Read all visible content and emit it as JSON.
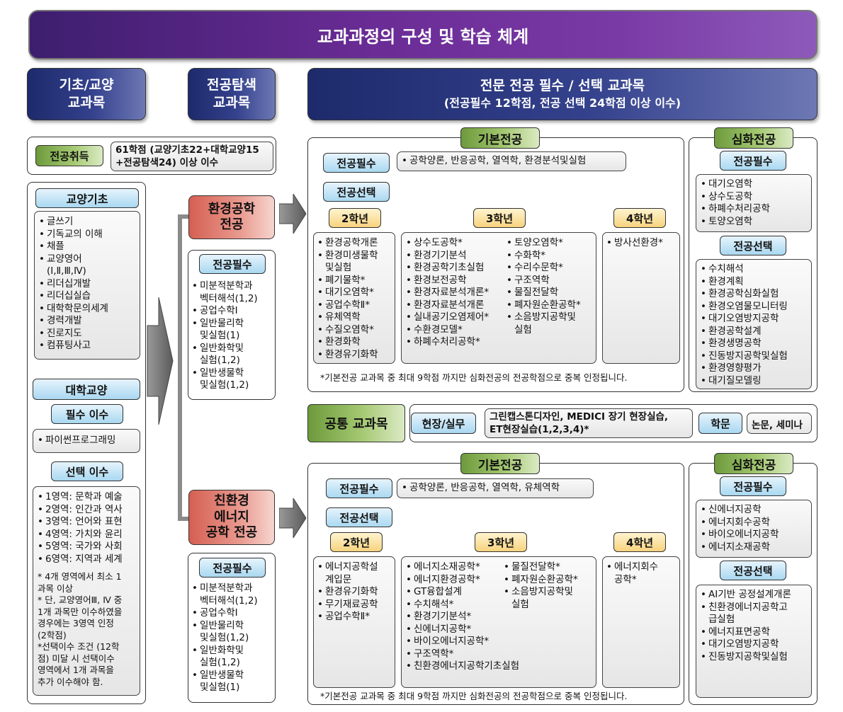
{
  "title": "교과과정의 구성 및 학습 체계",
  "headers": {
    "basic": [
      "기초/교양",
      "교과목"
    ],
    "explore": [
      "전공탐색",
      "교과목"
    ],
    "major": [
      "전문 전공 필수 / 선택 교과목",
      "(전공필수 12학점, 전공 선택 24학점 이상 이수)"
    ]
  },
  "acquisition": {
    "label": "전공취득",
    "text": [
      "61학점 (교양기초22+대학교양15",
      "+전공탐색24) 이상 이수"
    ]
  },
  "liberal": {
    "basic_label": "교양기초",
    "basic_items": [
      "글쓰기",
      "기독교의 이해",
      "채플",
      "교양영어",
      "(Ⅰ,Ⅱ,Ⅲ,Ⅳ)",
      "리더십개발",
      "리더십실습",
      "대학학문의세계",
      "경력개발",
      "진로지도",
      "컴퓨팅사고"
    ],
    "univ_label": "대학교양",
    "required_label": "필수 이수",
    "required_items": [
      "파이썬프로그래밍"
    ],
    "elective_label": "선택 이수",
    "elective_items": [
      "1영역: 문학과 예술",
      "2영역: 인간과 역사",
      "3영역: 언어와 표현",
      "4영역: 가치와 윤리",
      "5영역: 국가와 사회",
      "6영역: 지역과 세계"
    ],
    "notes": [
      "* 4개 영역에서 최소 1",
      "과목 이상",
      "* 단, 교양영어Ⅲ, Ⅳ 중",
      "1개 과목만 이수하였을",
      "경우에는 3영역 인정",
      "(2학점)",
      "*선택이수 조건 (12학",
      "점) 미달 시 선택이수",
      "영역에서 1개 과목을",
      "추가 이수해야 함."
    ]
  },
  "env": {
    "track_label": [
      "환경공학",
      "전공"
    ],
    "explore_label": "전공필수",
    "explore_items": [
      "미분적분학과",
      "벡터해석(1,2)",
      "공업수학Ⅰ",
      "일반물리학",
      "및실험(1)",
      "일반화학및",
      "실험(1,2)",
      "일반생물학",
      "및실험(1,2)"
    ],
    "basic_major": {
      "tag": "기본전공",
      "req_label": "전공필수",
      "req_text": "공학양론, 반응공학, 열역학, 환경분석및실험",
      "elec_label": "전공선택",
      "year2_label": "2학년",
      "year3_label": "3학년",
      "year4_label": "4학년",
      "year2": [
        "환경공학개론",
        "환경미생물학",
        "및실험",
        "폐기물학*",
        "대기오염학*",
        "공업수학Ⅱ*",
        "유체역학",
        "수질오염학*",
        "환경화학",
        "환경유기화학"
      ],
      "year3_a": [
        "상수도공학*",
        "환경기기분석",
        "환경공학기초실험",
        "환경보전공학",
        "환경자료분석개론*",
        "환경자료분석개론",
        "실내공기오염제어*",
        "수환경모델*",
        "하폐수처리공학*"
      ],
      "year3_b": [
        "토양오염학*",
        "수화학*",
        "수리수문학*",
        "구조역학",
        "물질전달학",
        "폐자원순환공학*",
        "소음방지공학및",
        "실험"
      ],
      "year4": [
        "방사선환경*"
      ],
      "footnote": "*기본전공 교과목 중 최대 9학점 까지만 심화전공의 전공학점으로 중복 인정됩니다."
    },
    "adv_major": {
      "tag": "심화전공",
      "req_label": "전공필수",
      "req_items": [
        "대기오염학",
        "상수도공학",
        "하폐수처리공학",
        "토양오염학"
      ],
      "elec_label": "전공선택",
      "elec_items": [
        "수치해석",
        "환경계획",
        "환경공학심화실험",
        "환경오염물모니터링",
        "대기오염방지공학",
        "환경공학설계",
        "환경생명공학",
        "진동방지공학및실험",
        "환경영향평가",
        "대기질모델링"
      ]
    }
  },
  "common": {
    "label": "공통 교과목",
    "field_label": "현장/실무",
    "field_text": [
      "그린캡스톤디자인, MEDICI 장기 현장실습,",
      "ET현장실습(1,2,3,4)*"
    ],
    "academic_label": "학문",
    "academic_text": "논문, 세미나"
  },
  "energy": {
    "track_label": [
      "친환경",
      "에너지",
      "공학 전공"
    ],
    "explore_label": "전공필수",
    "explore_items": [
      "미분적분학과",
      "벡터해석(1,2)",
      "공업수학Ⅰ",
      "일반물리학",
      "및실험(1,2)",
      "일반화학및",
      "실험(1,2)",
      "일반생물학",
      "및실험(1)"
    ],
    "basic_major": {
      "tag": "기본전공",
      "req_label": "전공필수",
      "req_text": "공학양론, 반응공학, 열역학, 유체역학",
      "elec_label": "전공선택",
      "year2_label": "2학년",
      "year3_label": "3학년",
      "year4_label": "4학년",
      "year2": [
        "에너지공학설",
        "계입문",
        "환경유기화학",
        "무기재료공학",
        "공업수학Ⅱ*"
      ],
      "year3_a": [
        "에너지소재공학*",
        "에너지환경공학*",
        "GT융합설계",
        "수치해석*",
        "환경기기분석*",
        "신에너지공학*",
        "바이오에너지공학*",
        "구조역학*",
        "친환경에너지공학기초실험"
      ],
      "year3_b": [
        "물질전달학*",
        "폐자원순환공학*",
        "소음방지공학및",
        "실험"
      ],
      "year4": [
        "에너지회수",
        "공학*"
      ],
      "footnote": "*기본전공 교과목 중 최대 9학점 까지만 심화전공의 전공학점으로 중복 인정됩니다."
    },
    "adv_major": {
      "tag": "심화전공",
      "req_label": "전공필수",
      "req_items": [
        "신에너지공학",
        "에너지회수공학",
        "바이오에너지공학",
        "에너지소재공학"
      ],
      "elec_label": "전공선택",
      "elec_items": [
        "AI기반 공정설계개론",
        "친환경에너지공학고",
        "급실험",
        "에너지표면공학",
        "대기오염방지공학",
        "진동방지공학및실험"
      ]
    }
  }
}
